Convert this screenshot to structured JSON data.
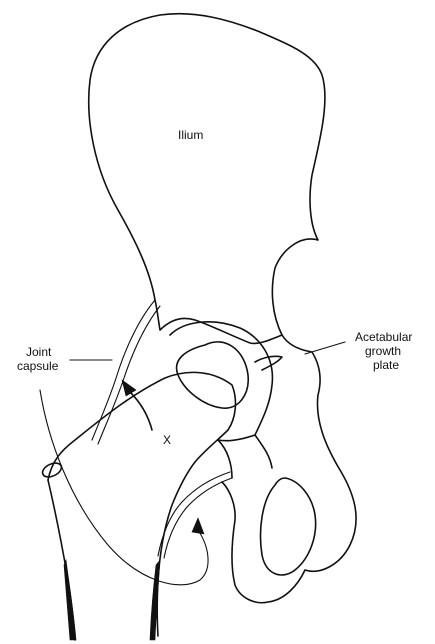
{
  "labels": {
    "ilium": "Ilium",
    "joint_capsule_line1": "Joint",
    "joint_capsule_line2": "capsule",
    "acetabular_line1": "Acetabular",
    "acetabular_line2": "growth",
    "acetabular_line3": "plate",
    "x_mark": "X"
  },
  "colors": {
    "ink": "#111111",
    "background": "#ffffff"
  }
}
